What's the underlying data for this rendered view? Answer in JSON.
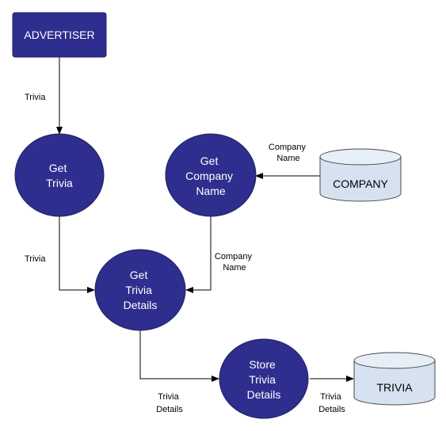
{
  "colors": {
    "process_fill": "#2e2e8f",
    "process_stroke": "#1f1f5e",
    "store_fill": "#d6e2f0",
    "store_stroke": "#4a4a4a",
    "edge": "#000000"
  },
  "entities": {
    "advertiser": {
      "label": "ADVERTISER"
    }
  },
  "processes": {
    "get_trivia": {
      "lines": [
        "Get",
        "Trivia"
      ]
    },
    "get_company_name": {
      "lines": [
        "Get",
        "Company",
        "Name"
      ]
    },
    "get_trivia_details": {
      "lines": [
        "Get",
        "Trivia",
        "Details"
      ]
    },
    "store_trivia_details": {
      "lines": [
        "Store",
        "Trivia",
        "Details"
      ]
    }
  },
  "stores": {
    "company": {
      "label": "COMPANY"
    },
    "trivia": {
      "label": "TRIVIA"
    }
  },
  "flows": {
    "advertiser_to_get_trivia": {
      "lines": [
        "Trivia"
      ]
    },
    "company_to_get_company_name": {
      "lines": [
        "Company",
        "Name"
      ]
    },
    "get_trivia_to_details": {
      "lines": [
        "Trivia"
      ]
    },
    "company_name_to_details": {
      "lines": [
        "Company",
        "Name"
      ]
    },
    "details_to_store": {
      "lines": [
        "Trivia",
        "Details"
      ]
    },
    "store_to_trivia": {
      "lines": [
        "Trivia",
        "Details"
      ]
    }
  }
}
